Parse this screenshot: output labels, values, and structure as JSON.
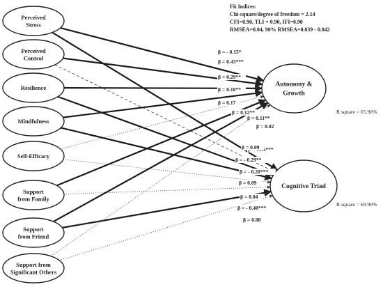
{
  "predictors": [
    {
      "id": "ps",
      "lines": [
        "Perceived",
        "Stress"
      ]
    },
    {
      "id": "pc",
      "lines": [
        "Perceived",
        "Control"
      ]
    },
    {
      "id": "re",
      "lines": [
        "Resilience"
      ]
    },
    {
      "id": "mi",
      "lines": [
        "Mindfulness"
      ]
    },
    {
      "id": "se",
      "lines": [
        "Self-Efficacy"
      ]
    },
    {
      "id": "sfa",
      "lines": [
        "Support",
        "from Family"
      ]
    },
    {
      "id": "sfr",
      "lines": [
        "Support",
        "from Friend"
      ]
    },
    {
      "id": "sso",
      "lines": [
        "Support from",
        "Significant Others"
      ]
    }
  ],
  "outcomes": [
    {
      "id": "ag",
      "lines": [
        "Autonomy &",
        "Growth"
      ],
      "r_square": "R square = 65.90%"
    },
    {
      "id": "ct",
      "lines": [
        "Cognitive Triad"
      ],
      "r_square": "R square = 69.90%"
    }
  ],
  "fit": {
    "title": "Fit Indices:",
    "line1": "Chi-square/degree of freedom = 2.14",
    "line2": "CFI=0.90, TLI = 0.90, IFI=0.90",
    "line3": "RMSEA=0.04, 90% RMSEA=0.039 - 0.042"
  },
  "paths": [
    {
      "from": "ps",
      "to": "ag",
      "beta": "β = - 0.15*",
      "style": "thick"
    },
    {
      "from": "ps",
      "to": "ct",
      "beta": "β = 0.36***",
      "style": "thick"
    },
    {
      "from": "pc",
      "to": "ag",
      "beta": "β = 0.43***",
      "style": "thick"
    },
    {
      "from": "pc",
      "to": "ct",
      "beta": "β = 0.09",
      "style": "dashed"
    },
    {
      "from": "re",
      "to": "ag",
      "beta": "β = 0.29**",
      "style": "thick"
    },
    {
      "from": "re",
      "to": "ct",
      "beta": "β = - 0.29**",
      "style": "thick"
    },
    {
      "from": "mi",
      "to": "ag",
      "beta": "β = 0.18**",
      "style": "thick"
    },
    {
      "from": "mi",
      "to": "ct",
      "beta": "β = - 0.20***",
      "style": "thick"
    },
    {
      "from": "se",
      "to": "ag",
      "beta": "β = 0.17",
      "style": "dotted"
    },
    {
      "from": "se",
      "to": "ct",
      "beta": "β = 0.09",
      "style": "dotted"
    },
    {
      "from": "sfa",
      "to": "ag",
      "beta": "β = 0.12**",
      "style": "thick"
    },
    {
      "from": "sfa",
      "to": "ct",
      "beta": "β = 0.04",
      "style": "dotted"
    },
    {
      "from": "sfr",
      "to": "ag",
      "beta": "β = 0.11**",
      "style": "thick"
    },
    {
      "from": "sfr",
      "to": "ct",
      "beta": "β = - 0.40***",
      "style": "thick"
    },
    {
      "from": "sso",
      "to": "ag",
      "beta": "β = 0.02",
      "style": "dotted"
    },
    {
      "from": "sso",
      "to": "ct",
      "beta": "β = 0.08",
      "style": "dotted"
    }
  ]
}
